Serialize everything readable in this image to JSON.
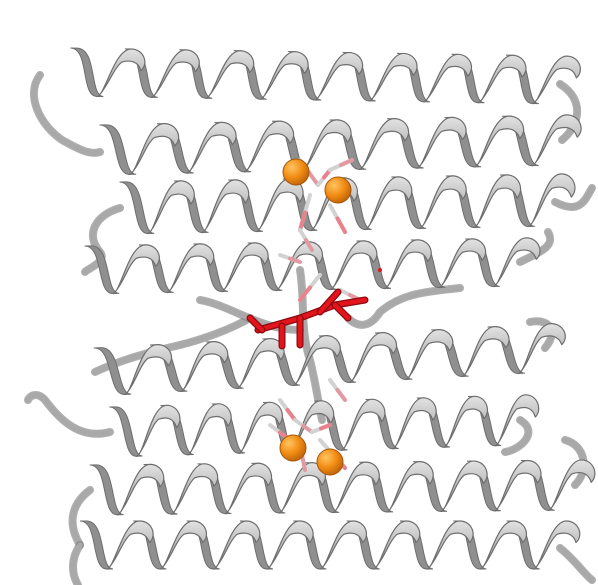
{
  "scene": {
    "background": "#ffffff",
    "colors": {
      "helix_fill": "#bfbfbf",
      "helix_shade": "#8f8f8f",
      "helix_highlight": "#e2e2e2",
      "helix_outline": "#6e6e6e",
      "loop": "#a9a9a9",
      "ligand": "#e3141b",
      "side_chain_carbon": "#d2d2d2",
      "side_chain_oxygen": "#e8838d",
      "metal_ion": "#f08a12",
      "metal_ion_highlight": "#ffc561"
    },
    "subunits": [
      {
        "name": "upper-helix-bundle",
        "helix_count": 4,
        "metal_ions": 2
      },
      {
        "name": "lower-helix-bundle",
        "helix_count": 4,
        "metal_ions": 2
      }
    ],
    "bridging_ligand": {
      "color": "red",
      "representation": "sticks"
    },
    "icons": [
      "protein-cartoon",
      "helix-ribbon",
      "metal-sphere",
      "ligand-sticks"
    ]
  }
}
